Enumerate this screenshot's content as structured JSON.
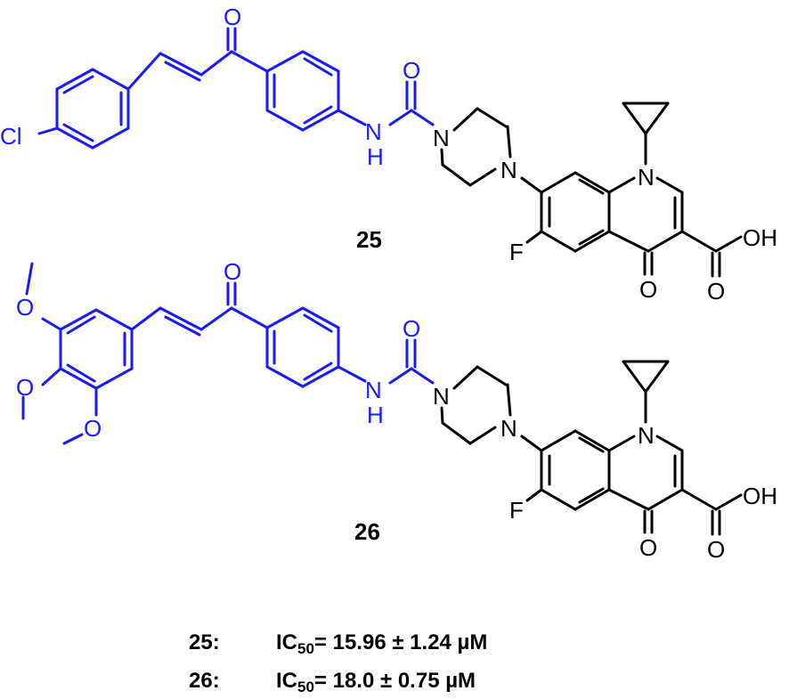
{
  "colors": {
    "chalcone": "#1a1aff",
    "quinolone": "#000000"
  },
  "atoms": {
    "cl": "Cl",
    "o": "O",
    "n": "N",
    "nh_n": "N",
    "nh_h": "H",
    "f": "F",
    "oh": "OH"
  },
  "compounds": [
    {
      "label": "25"
    },
    {
      "label": "26"
    }
  ],
  "results": [
    {
      "id": "25:",
      "ic_prefix": "IC",
      "ic_sub": "50",
      "value": "= 15.96 ± 1.24 µM"
    },
    {
      "id": "26:",
      "ic_prefix": "IC",
      "ic_sub": "50",
      "value": "= 18.0 ± 0.75  µM"
    }
  ]
}
